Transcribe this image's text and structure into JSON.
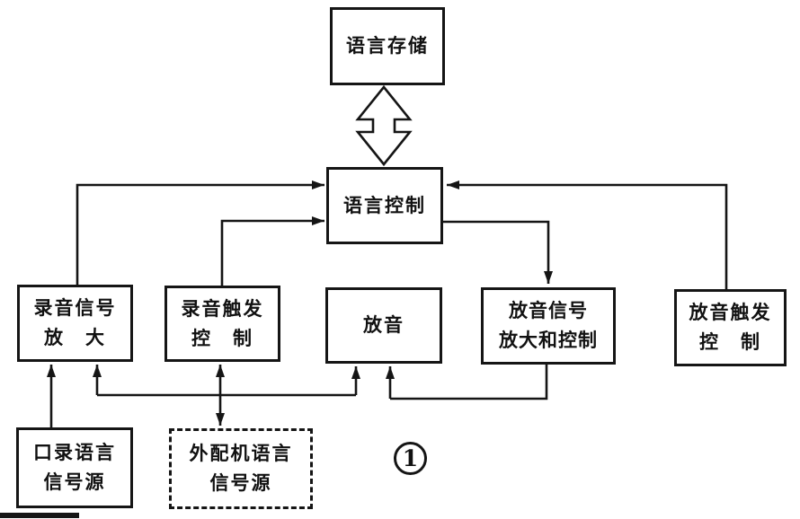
{
  "canvas": {
    "background": "#ffffff",
    "ink": "#151515"
  },
  "nodes": {
    "storage": {
      "lines": [
        "语言存储"
      ]
    },
    "control": {
      "lines": [
        "语言控制"
      ]
    },
    "rec_amp": {
      "lines": [
        "录音信号",
        "放　大"
      ]
    },
    "rec_trigger": {
      "lines": [
        "录音触发",
        "控　制"
      ]
    },
    "playback": {
      "lines": [
        "放音"
      ]
    },
    "play_amp": {
      "lines": [
        "放音信号",
        "放大和控制"
      ]
    },
    "play_trigger": {
      "lines": [
        "放音触发",
        "控　制"
      ]
    },
    "mic_source": {
      "lines": [
        "口录语言",
        "信号源"
      ]
    },
    "ext_source": {
      "lines": [
        "外配机语言",
        "信号源"
      ]
    }
  },
  "figure_label": {
    "number": "1"
  }
}
